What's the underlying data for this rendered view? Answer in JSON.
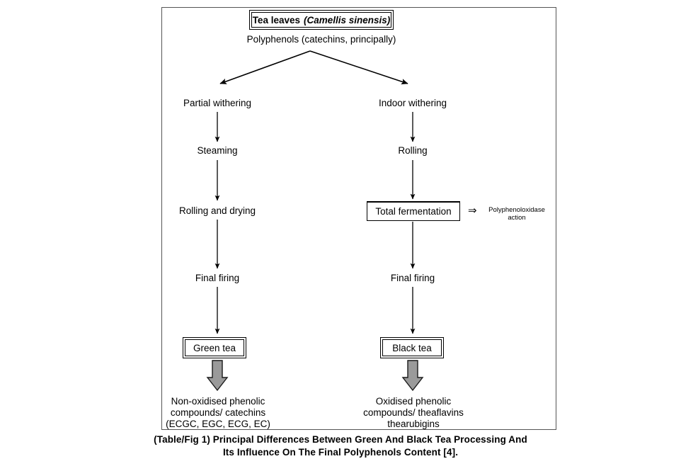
{
  "figure": {
    "header_box": {
      "text_bold": "Tea leaves",
      "text_italic": "(Camellis sinensis)"
    },
    "subtitle": "Polyphenols (catechins, principally)",
    "left_branch": {
      "steps": [
        "Partial withering",
        "Steaming",
        "Rolling and drying",
        "Final firing"
      ],
      "product_label": "Green tea",
      "outcome_lines": [
        "Non-oxidised phenolic",
        "compounds/ catechins",
        "(ECGC, EGC, ECG, EC)"
      ]
    },
    "right_branch": {
      "steps": [
        "Indoor withering",
        "Rolling"
      ],
      "fermentation_label": "Total fermentation",
      "annotation_lines": [
        "Polyphenoloxidase",
        "action"
      ],
      "annotation_arrow_glyph": "⇒",
      "final_step": "Final firing",
      "product_label": "Black tea",
      "outcome_lines": [
        "Oxidised phenolic",
        "compounds/ theaflavins",
        "thearubigins"
      ]
    },
    "caption_lines": [
      "(Table/Fig 1) Principal Differences Between Green And Black Tea Processing And",
      "Its Influence On The Final Polyphenols Content [4]."
    ],
    "colors": {
      "stroke": "#000000",
      "frame": "#555555",
      "block_arrow_fill": "#9a9a9a",
      "block_arrow_stroke": "#1a1a1a",
      "background": "#ffffff"
    }
  }
}
